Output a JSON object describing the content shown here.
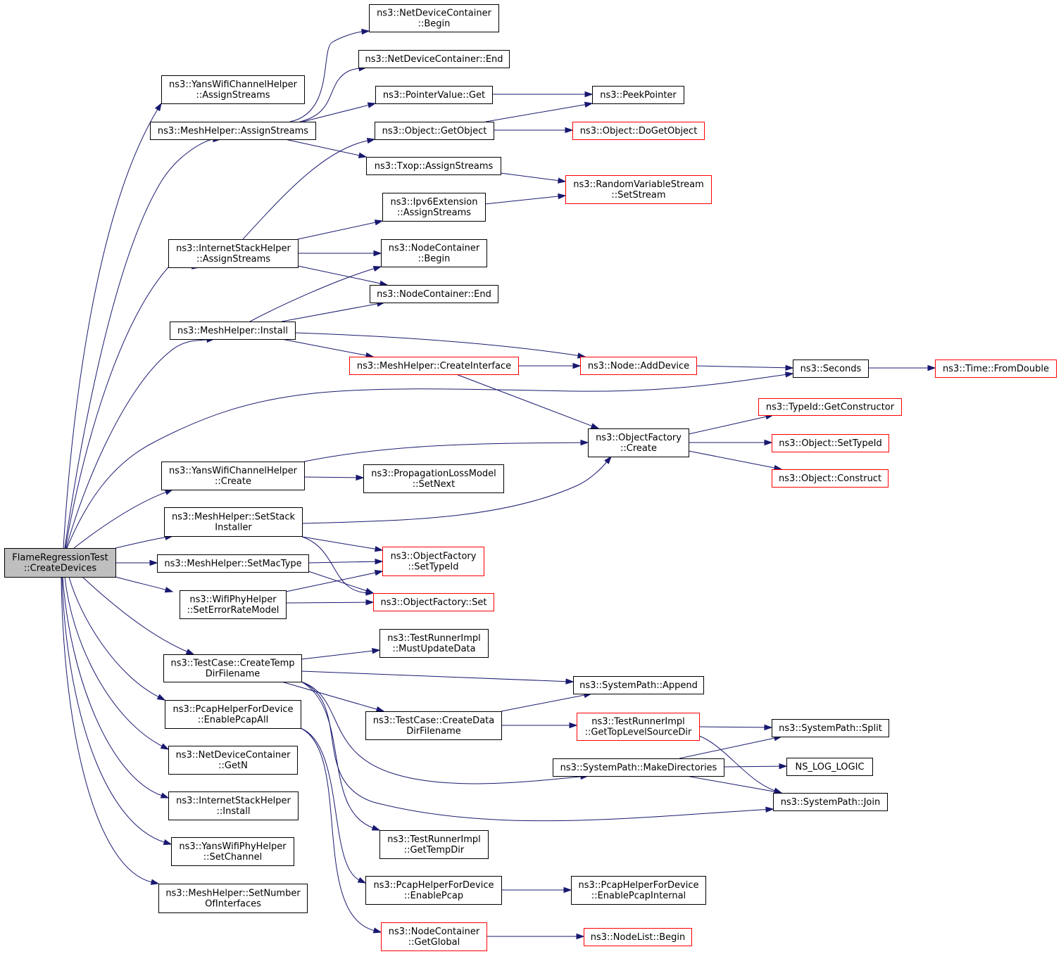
{
  "diagram": {
    "colors": {
      "edge": "#191970",
      "border": "#000000",
      "highlight_border": "#ff0000",
      "root_fill": "#bfbfbf"
    },
    "nodes": {
      "root": {
        "lines": [
          "FlameRegressionTest",
          "::CreateDevices"
        ]
      },
      "ydc_assign": {
        "lines": [
          "ns3::YansWifiChannelHelper",
          "::AssignStreams"
        ]
      },
      "mesh_assign": {
        "lines": [
          "ns3::MeshHelper::AssignStreams"
        ]
      },
      "ish_assign": {
        "lines": [
          "ns3::InternetStackHelper",
          "::AssignStreams"
        ]
      },
      "mesh_install": {
        "lines": [
          "ns3::MeshHelper::Install"
        ]
      },
      "ywc_create": {
        "lines": [
          "ns3::YansWifiChannelHelper",
          "::Create"
        ]
      },
      "mesh_setstack": {
        "lines": [
          "ns3::MeshHelper::SetStack",
          "Installer"
        ]
      },
      "mesh_setmac": {
        "lines": [
          "ns3::MeshHelper::SetMacType"
        ]
      },
      "wph_seterr": {
        "lines": [
          "ns3::WifiPhyHelper",
          "::SetErrorRateModel"
        ]
      },
      "tc_tempdir": {
        "lines": [
          "ns3::TestCase::CreateTemp",
          "DirFilename"
        ]
      },
      "pcap_all": {
        "lines": [
          "ns3::PcapHelperForDevice",
          "::EnablePcapAll"
        ]
      },
      "ndc_getn": {
        "lines": [
          "ns3::NetDeviceContainer",
          "::GetN"
        ]
      },
      "ish_install": {
        "lines": [
          "ns3::InternetStackHelper",
          "::Install"
        ]
      },
      "ywp_setchan": {
        "lines": [
          "ns3::YansWifiPhyHelper",
          "::SetChannel"
        ]
      },
      "mesh_setnum": {
        "lines": [
          "ns3::MeshHelper::SetNumber",
          "OfInterfaces"
        ]
      },
      "ndc_begin": {
        "lines": [
          "ns3::NetDeviceContainer",
          "::Begin"
        ]
      },
      "ndc_end": {
        "lines": [
          "ns3::NetDeviceContainer::End"
        ]
      },
      "pv_get": {
        "lines": [
          "ns3::PointerValue::Get"
        ]
      },
      "obj_getobj": {
        "lines": [
          "ns3::Object::GetObject"
        ]
      },
      "txop_assign": {
        "lines": [
          "ns3::Txop::AssignStreams"
        ]
      },
      "ipv6_assign": {
        "lines": [
          "ns3::Ipv6Extension",
          "::AssignStreams"
        ]
      },
      "nc_begin": {
        "lines": [
          "ns3::NodeContainer",
          "::Begin"
        ]
      },
      "nc_end": {
        "lines": [
          "ns3::NodeContainer::End"
        ]
      },
      "mesh_createif": {
        "lines": [
          "ns3::MeshHelper::CreateInterface"
        ]
      },
      "plm_setnext": {
        "lines": [
          "ns3::PropagationLossModel",
          "::SetNext"
        ]
      },
      "of_settype": {
        "lines": [
          "ns3::ObjectFactory",
          "::SetTypeId"
        ]
      },
      "of_set": {
        "lines": [
          "ns3::ObjectFactory::Set"
        ]
      },
      "tri_mustupdate": {
        "lines": [
          "ns3::TestRunnerImpl",
          "::MustUpdateData"
        ]
      },
      "tc_datadir": {
        "lines": [
          "ns3::TestCase::CreateData",
          "DirFilename"
        ]
      },
      "tri_gettemp": {
        "lines": [
          "ns3::TestRunnerImpl",
          "::GetTempDir"
        ]
      },
      "pcap_enable": {
        "lines": [
          "ns3::PcapHelperForDevice",
          "::EnablePcap"
        ]
      },
      "nc_getglobal": {
        "lines": [
          "ns3::NodeContainer",
          "::GetGlobal"
        ]
      },
      "peek": {
        "lines": [
          "ns3::PeekPointer"
        ]
      },
      "obj_dogetobj": {
        "lines": [
          "ns3::Object::DoGetObject"
        ]
      },
      "rvs_setstream": {
        "lines": [
          "ns3::RandomVariableStream",
          "::SetStream"
        ]
      },
      "node_adddev": {
        "lines": [
          "ns3::Node::AddDevice"
        ]
      },
      "of_create": {
        "lines": [
          "ns3::ObjectFactory",
          "::Create"
        ]
      },
      "sp_append": {
        "lines": [
          "ns3::SystemPath::Append"
        ]
      },
      "tri_gettop": {
        "lines": [
          "ns3::TestRunnerImpl",
          "::GetTopLevelSourceDir"
        ]
      },
      "sp_mkdirs": {
        "lines": [
          "ns3::SystemPath::MakeDirectories"
        ]
      },
      "pcap_internal": {
        "lines": [
          "ns3::PcapHelperForDevice",
          "::EnablePcapInternal"
        ]
      },
      "nl_begin": {
        "lines": [
          "ns3::NodeList::Begin"
        ]
      },
      "seconds": {
        "lines": [
          "ns3::Seconds"
        ]
      },
      "tid_getctor": {
        "lines": [
          "ns3::TypeId::GetConstructor"
        ]
      },
      "obj_settype": {
        "lines": [
          "ns3::Object::SetTypeId"
        ]
      },
      "obj_construct": {
        "lines": [
          "ns3::Object::Construct"
        ]
      },
      "sp_split": {
        "lines": [
          "ns3::SystemPath::Split"
        ]
      },
      "ns_log_logic": {
        "lines": [
          "NS_LOG_LOGIC"
        ]
      },
      "sp_join": {
        "lines": [
          "ns3::SystemPath::Join"
        ]
      },
      "time_fromdouble": {
        "lines": [
          "ns3::Time::FromDouble"
        ]
      }
    }
  }
}
